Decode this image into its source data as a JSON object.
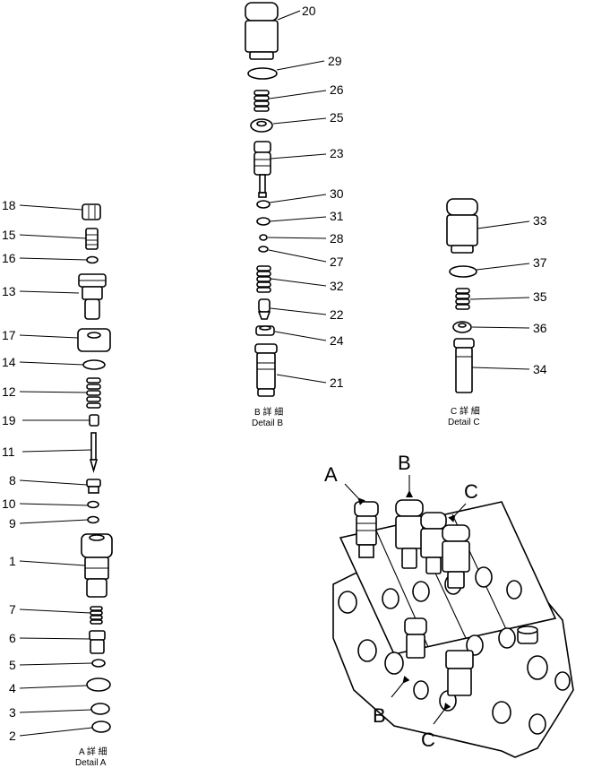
{
  "details": {
    "A": {
      "jp": "A 詳 細",
      "en": "Detail  A",
      "callouts": [
        "18",
        "15",
        "16",
        "13",
        "17",
        "14",
        "12",
        "19",
        "11",
        "8",
        "10",
        "9",
        "1",
        "7",
        "6",
        "5",
        "4",
        "3",
        "2"
      ]
    },
    "B": {
      "jp": "B 詳 細",
      "en": "Detail  B",
      "callouts": [
        "20",
        "29",
        "26",
        "25",
        "23",
        "30",
        "31",
        "28",
        "27",
        "32",
        "22",
        "24",
        "21"
      ]
    },
    "C": {
      "jp": "C 詳 細",
      "en": "Detail  C",
      "callouts": [
        "33",
        "37",
        "35",
        "36",
        "34"
      ]
    }
  },
  "assembly": {
    "markers": {
      "a_top": "A",
      "b_top": "B",
      "c_top": "C",
      "b_bottom": "B",
      "c_bottom": "C"
    }
  }
}
